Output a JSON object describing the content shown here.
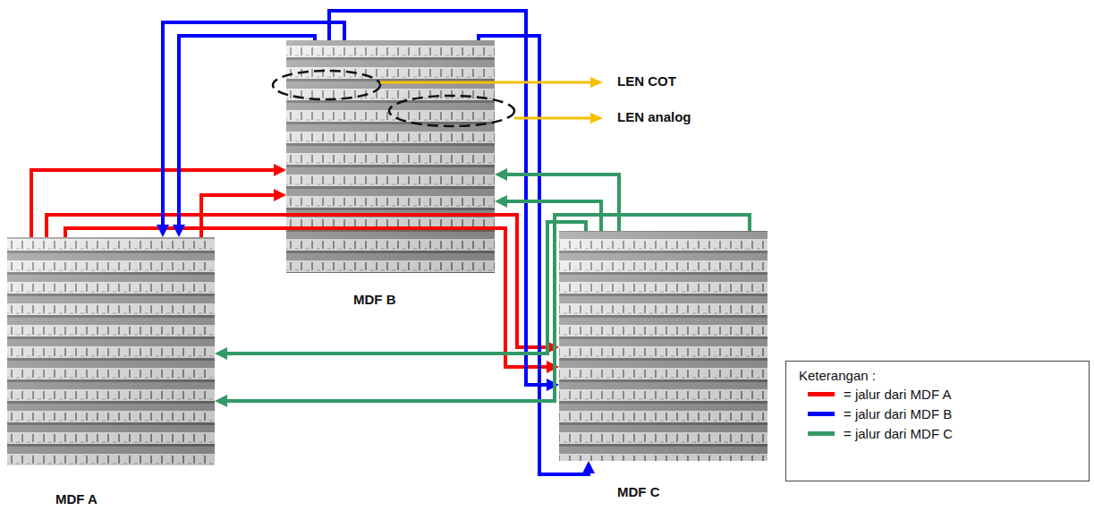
{
  "diagram": {
    "nodes": [
      {
        "text": [
          "MDF A"
        ]
      },
      {
        "text": [
          "MDF B"
        ]
      },
      {
        "text": [
          "MDF C"
        ]
      }
    ],
    "edges": [
      {
        "from": 0,
        "to": 1,
        "arrow": "to"
      },
      {
        "from": 0,
        "to": 1,
        "arrow": "to"
      },
      {
        "from": 0,
        "to": 2,
        "arrow": "to"
      },
      {
        "from": 0,
        "to": 2,
        "arrow": "to"
      },
      {
        "from": 1,
        "to": 0,
        "arrow": "to"
      },
      {
        "from": 1,
        "to": 0,
        "arrow": "to"
      },
      {
        "from": 1,
        "to": 2,
        "arrow": "to"
      },
      {
        "from": 1,
        "to": 2,
        "arrow": "to"
      },
      {
        "from": 2,
        "to": 1,
        "arrow": "to"
      },
      {
        "from": 2,
        "to": 1,
        "arrow": "to"
      },
      {
        "from": 2,
        "to": 0,
        "arrow": "to"
      },
      {
        "from": 2,
        "to": 0,
        "arrow": "to"
      }
    ],
    "labels": [
      "LEN COT",
      "LEN analog",
      "Keterangan :"
    ],
    "legend": [
      {
        "text": "= jalur dari MDF A",
        "color": "#ff0000"
      },
      {
        "text": "= jalur dari MDF B",
        "color": "#0000ff"
      },
      {
        "text": "= jalur dari MDF C",
        "color": "#339966"
      }
    ]
  }
}
